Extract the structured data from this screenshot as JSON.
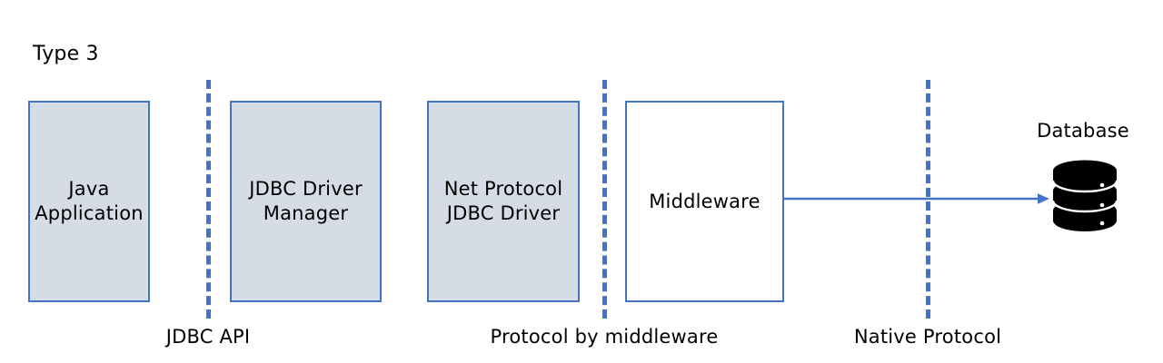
{
  "diagram": {
    "title": "Type 3",
    "accent_color": "#4472c4",
    "box_fill_color": "#d6dce5",
    "box_plain_fill_color": "#ffffff",
    "background_color": "#ffffff",
    "database_icon_color": "#000000",
    "boxes": [
      {
        "id": "java-application",
        "label": "Java\nApplication",
        "fill": "shaded"
      },
      {
        "id": "jdbc-driver-manager",
        "label": "JDBC Driver\nManager",
        "fill": "shaded"
      },
      {
        "id": "net-protocol-driver",
        "label": "Net Protocol\nJDBC Driver",
        "fill": "shaded"
      },
      {
        "id": "middleware",
        "label": "Middleware",
        "fill": "plain"
      }
    ],
    "dividers": [
      {
        "id": "jdbc-api",
        "label": "JDBC API"
      },
      {
        "id": "middleware",
        "label": "Protocol by middleware"
      },
      {
        "id": "native",
        "label": "Native Protocol"
      }
    ],
    "database": {
      "label": "Database",
      "icon": "database-cylinder-icon"
    },
    "arrow": {
      "id": "middleware-to-database",
      "icon": "right-arrow-icon",
      "from": "middleware",
      "to": "database"
    }
  }
}
